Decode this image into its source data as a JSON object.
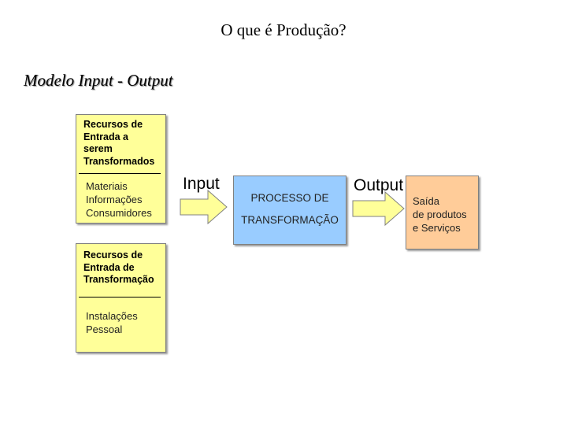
{
  "header": {
    "title": "O que é Produção?",
    "subtitle": "Modelo Input - Output"
  },
  "input_resources": {
    "heading_lines": [
      "Recursos de",
      "Entrada a",
      "serem",
      "Transformados"
    ],
    "items": [
      "Materiais",
      "Informações",
      "Consumidores"
    ]
  },
  "transform_resources": {
    "heading_lines": [
      "Recursos de",
      "Entrada de",
      "Transformação"
    ],
    "items": [
      "Instalações",
      "Pessoal"
    ]
  },
  "flow": {
    "input_label": "Input",
    "output_label": "Output"
  },
  "process": {
    "line1": "PROCESSO DE",
    "line2": "TRANSFORMAÇÃO"
  },
  "result": {
    "lines": [
      "Saída",
      "de produtos",
      "e Serviços"
    ]
  },
  "colors": {
    "resource_box": "#ffff99",
    "process_box": "#99ccff",
    "output_box": "#ffcc99",
    "arrow_fill": "#ffff99"
  },
  "icons": [
    "right-arrow-icon",
    "right-arrow-icon"
  ]
}
